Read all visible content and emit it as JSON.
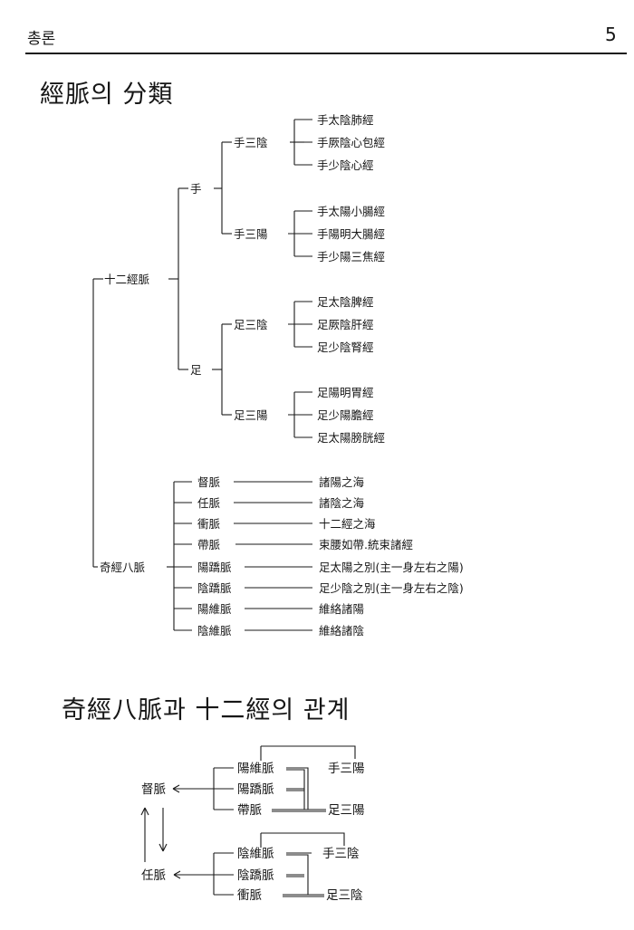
{
  "header": {
    "left": "총론",
    "page_number": "5"
  },
  "sections": {
    "classification_title": "經脈의 分類",
    "relation_title": "奇經八脈과 十二經의 관계"
  },
  "tree": {
    "twelve": "十二經脈",
    "hand": "手",
    "foot": "足",
    "hand_three_yin": "手三陰",
    "hand_three_yang": "手三陽",
    "foot_three_yin": "足三陰",
    "foot_three_yang": "足三陽",
    "channels": {
      "hy1": "手太陰肺經",
      "hy2": "手厥陰心包經",
      "hy3": "手少陰心經",
      "hg1": "手太陽小腸經",
      "hg2": "手陽明大腸經",
      "hg3": "手少陽三焦經",
      "fy1": "足太陰脾經",
      "fy2": "足厥陰肝經",
      "fy3": "足少陰腎經",
      "fg1": "足陽明胃經",
      "fg2": "足少陽膽經",
      "fg3": "足太陽膀胱經"
    },
    "eight": "奇經八脈",
    "extra": [
      {
        "name": "督脈",
        "desc": "諸陽之海"
      },
      {
        "name": "任脈",
        "desc": "諸陰之海"
      },
      {
        "name": "衝脈",
        "desc": "十二經之海"
      },
      {
        "name": "帶脈",
        "desc": "束腰如帶.統束諸經"
      },
      {
        "name": "陽蹻脈",
        "desc": "足太陽之別(主一身左右之陽)"
      },
      {
        "name": "陰蹻脈",
        "desc": "足少陰之別(主一身左右之陰)"
      },
      {
        "name": "陽維脈",
        "desc": "維絡諸陽"
      },
      {
        "name": "陰維脈",
        "desc": "維絡諸陰"
      }
    ]
  },
  "relation": {
    "du": "督脈",
    "ren": "任脈",
    "yangwei": "陽維脈",
    "yangqiao": "陽蹻脈",
    "dai": "帶脈",
    "yinwei": "陰維脈",
    "yinqiao": "陰蹻脈",
    "chong": "衝脈",
    "hand_yang": "手三陽",
    "foot_yang": "足三陽",
    "hand_yin": "手三陰",
    "foot_yin": "足三陰"
  }
}
